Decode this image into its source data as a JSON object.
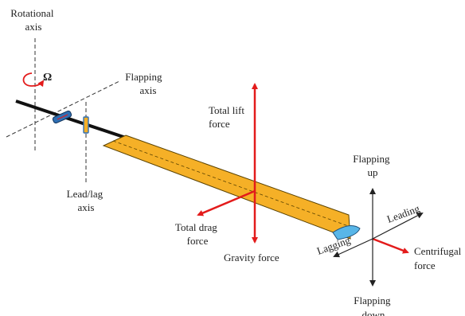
{
  "diagram": {
    "labels": {
      "rotational_axis_line1": "Rotational",
      "rotational_axis_line2": "axis",
      "omega": "Ω",
      "flapping_axis_line1": "Flapping",
      "flapping_axis_line2": "axis",
      "total_lift_line1": "Total lift",
      "total_lift_line2": "force",
      "lead_lag_axis_line1": "Lead/lag",
      "lead_lag_axis_line2": "axis",
      "total_drag_line1": "Total drag",
      "total_drag_line2": "force",
      "gravity_force": "Gravity force",
      "flapping_up_line1": "Flapping",
      "flapping_up_line2": "up",
      "leading": "Leading",
      "lagging": "Lagging",
      "centrifugal_line1": "Centrifugal",
      "centrifugal_line2": "force",
      "flapping_down_line1": "Flapping",
      "flapping_down_line2": "down"
    },
    "colors": {
      "blade_fill": "#f5b027",
      "blade_stroke": "#5a4200",
      "force_arrow": "#e31b1b",
      "axis_line": "#333333",
      "shaft": "#111111",
      "hinge_blue": "#2f6fb3",
      "hinge_tip": "#58b6e8"
    }
  }
}
